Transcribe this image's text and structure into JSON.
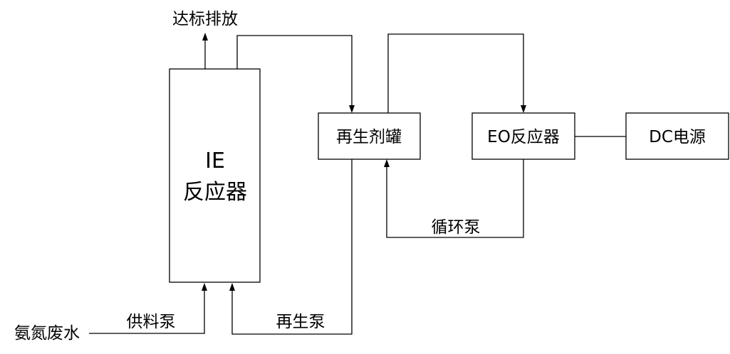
{
  "nodes": {
    "ie_reactor": {
      "line1": "IE",
      "line2": "反应器"
    },
    "regen_tank": "再生剂罐",
    "eo_reactor": "EO反应器",
    "dc_power": "DC电源"
  },
  "labels": {
    "discharge": "达标排放",
    "wastewater": "氨氮废水",
    "feed_pump": "供料泵",
    "regen_pump": "再生泵",
    "circ_pump": "循环泵"
  }
}
